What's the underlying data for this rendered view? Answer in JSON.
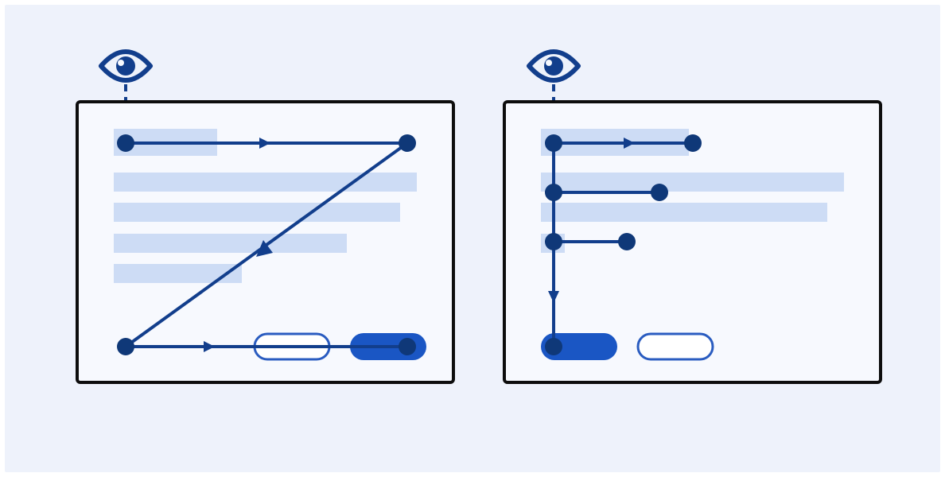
{
  "colors": {
    "background": "#eef2fb",
    "panel_fill": "#f7f9fe",
    "panel_border": "#0d0d0d",
    "text_placeholder": "#cddcf5",
    "path_line": "#123e8c",
    "path_node": "#0f3878",
    "primary_button": "#1a56c4",
    "secondary_button_border": "#2a5cc0",
    "secondary_button_fill": "#ffffff",
    "eye": "#123e8c"
  },
  "diagrams": [
    {
      "pattern": "z-pattern",
      "icon": "eye-icon",
      "text_block_count": 5,
      "path_node_count": 4,
      "buttons": [
        "secondary-outline",
        "primary-filled"
      ]
    },
    {
      "pattern": "f-pattern",
      "icon": "eye-icon",
      "text_block_count": 4,
      "path_node_count": 7,
      "buttons": [
        "primary-filled",
        "secondary-outline"
      ]
    }
  ]
}
